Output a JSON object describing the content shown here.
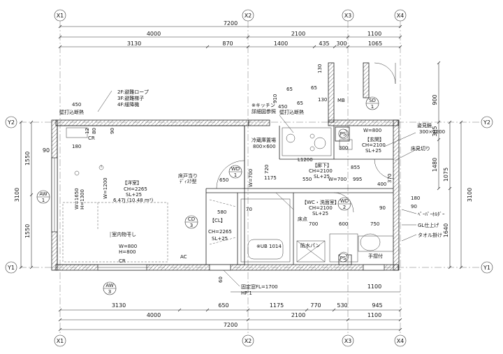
{
  "grid": {
    "x_axes": [
      "X1",
      "X2",
      "X3",
      "X4"
    ],
    "y_axes": [
      "Y1",
      "Y2"
    ]
  },
  "dims_top": {
    "overall": "7200",
    "row2": [
      "4000",
      "2100",
      "1100"
    ],
    "row3": [
      "3130",
      "870",
      "1400",
      "435",
      "300",
      "1065"
    ]
  },
  "dims_bottom": {
    "row1": [
      "3130",
      "650",
      "1175",
      "770",
      "530",
      "945"
    ],
    "row2": [
      "4000",
      "2100",
      "1100"
    ],
    "overall": "7200",
    "extra_1100": "1100"
  },
  "dims_left": {
    "a": "1550",
    "b": "1550",
    "total": "3100",
    "w90": "90"
  },
  "dims_right": {
    "a": "900",
    "b": "385",
    "c": "1480",
    "d": "1075",
    "e": "1640",
    "total": "3100"
  },
  "notes": {
    "evac": [
      "2F:避難ロープ",
      "3F:避難梯子",
      "4F:緩降機"
    ],
    "wall_insulation_left": "壁打込断熱",
    "wall_insulation_right": "壁打込断熱",
    "d450a": "450",
    "d450b": "450",
    "d910": "910",
    "d130": "130",
    "d65": "65",
    "d130b": "130",
    "d65b": "65",
    "d65c": "65",
    "mb": "MB",
    "kitchen": "※キッチン",
    "kitchen2": "詳細図参照",
    "fridge": "冷蔵庫置場",
    "fridge_size": "800×600",
    "floor_stop": "床戸当り",
    "floor_stop2": "ﾃﾞｨｽｸ型",
    "ac": "AC",
    "cr1": "CR",
    "cr2": "CR",
    "dry": "室内物干し",
    "fixed_window": "固定窓FL=1700",
    "hp": "HP'1",
    "mirror": "姿見鏡",
    "mirror_size": "300×1200",
    "floor_cut": "床見切り",
    "paper": "ﾍﾟｰﾊﾟｰﾎﾙﾀﾞｰ",
    "gl": "GL仕上げ",
    "towel": "タオル掛け",
    "lower": "手摺付",
    "washpan": "防水パン",
    "ub": "※UB 1014",
    "floor_mark": "床点"
  },
  "rooms": {
    "western": {
      "name": "【洋室】",
      "ch": "CH=2265",
      "sl": "SL+25",
      "area": "6.47J (10.48 m²)",
      "w": "W=1650",
      "h": "H=1300",
      "w2": "W=800",
      "h2": "H=800",
      "w1200": "W=1200",
      "d180": "180"
    },
    "cl": {
      "name": "【CL】",
      "ch": "CH=2265",
      "sl": "SL+25",
      "d580": "580"
    },
    "hall": {
      "name": "【廊下】",
      "ch": "CH=2100",
      "sl": "SL+25",
      "l1200": "L1200"
    },
    "entry": {
      "name": "【玄関】",
      "ch": "CH=2100",
      "sl": "SL+25",
      "w800": "W=800"
    },
    "wc": {
      "name": "【WC・洗面室】",
      "ch": "CH=2100",
      "sl": "SL+25"
    }
  },
  "inner_dims": {
    "w700a": "W=700",
    "w700b": "W=700",
    "d650": "650",
    "d1175": "1175",
    "d720": "720",
    "d550": "550",
    "d995": "995",
    "d400": "400",
    "d370": "370",
    "d855": "855",
    "d300": "300",
    "d180": "180",
    "d90": "90",
    "d700": "700",
    "d600": "600",
    "d750": "750",
    "d70": "70",
    "d12": "12",
    "d80": "80",
    "d90b": "90",
    "d60": "60"
  },
  "tags": {
    "sd1": [
      "SD",
      "1"
    ],
    "wd1": [
      "WD",
      "1"
    ],
    "wd2": [
      "WD",
      "2"
    ],
    "cd3": [
      "CD",
      "3"
    ],
    "aw1": [
      "AW",
      "1"
    ],
    "aw3": [
      "AW",
      "3"
    ],
    "ps1": "PS",
    "ps2": "PS"
  }
}
